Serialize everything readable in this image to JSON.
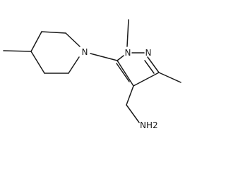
{
  "molecule": {
    "atom_labels": {
      "n1": "N",
      "n2": "N",
      "n_pip": "N",
      "nh2": "NH2"
    },
    "colors": {
      "bond": "#1a1a1a",
      "label": "#1a1a1a",
      "background": "#ffffff"
    }
  }
}
